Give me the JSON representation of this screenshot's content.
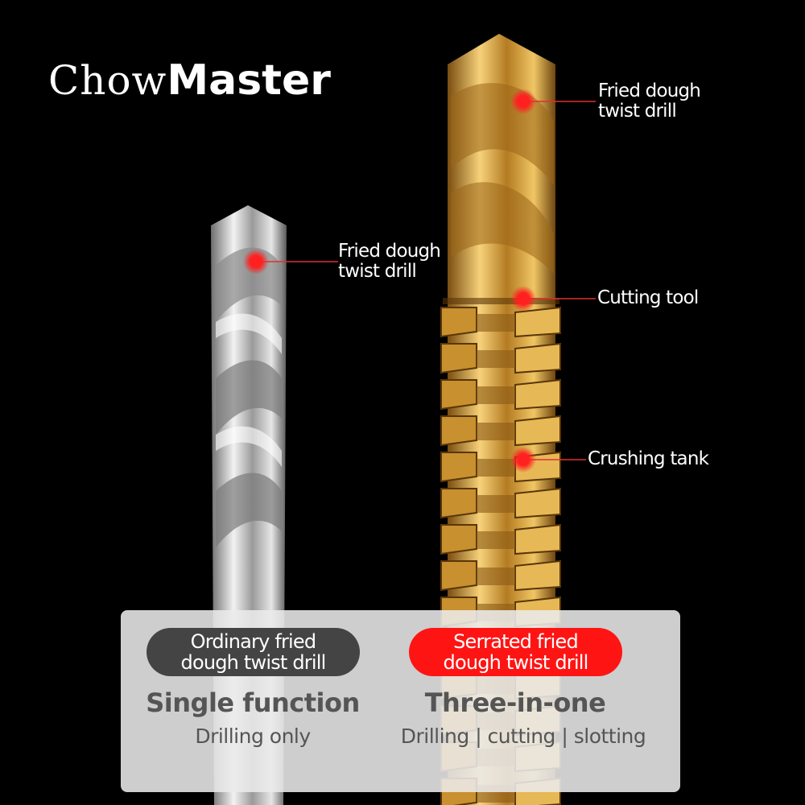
{
  "brand": {
    "light": "Chow",
    "bold": "Master"
  },
  "callouts": {
    "silver_tip": {
      "line1": "Fried dough",
      "line2": "twist drill"
    },
    "gold_tip": {
      "line1": "Fried dough",
      "line2": "twist drill"
    },
    "cutting": "Cutting tool",
    "crushing": "Crushing tank"
  },
  "comparison": {
    "left": {
      "pill_line1": "Ordinary fried",
      "pill_line2": "dough twist drill",
      "headline": "Single function",
      "sub": "Drilling only"
    },
    "right": {
      "pill_line1": "Serrated fried",
      "pill_line2": "dough twist drill",
      "headline": "Three-in-one",
      "sub": "Drilling | cutting | slotting"
    }
  },
  "colors": {
    "background": "#000000",
    "accent_red": "#ff1414",
    "gold": "#d9a53e",
    "silver": "#c8c8c8"
  }
}
